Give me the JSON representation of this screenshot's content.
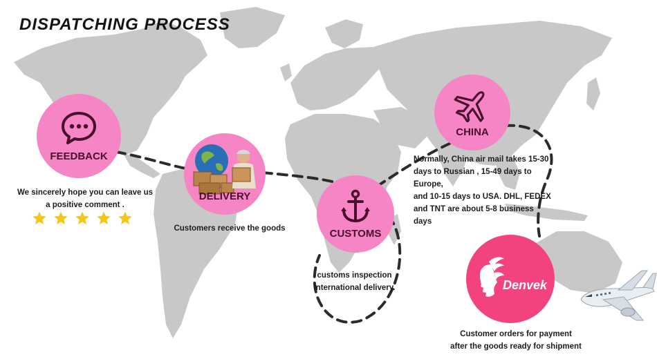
{
  "title": "DISPATCHING  PROCESS",
  "colors": {
    "circle": "#f585c4",
    "brand": "#f2437f",
    "map": "#c8c8c8",
    "text": "#1d1d1d",
    "star": "#f5c518"
  },
  "steps": {
    "feedback": {
      "label": "FEEDBACK",
      "icon": "chat-bubble-icon",
      "text": [
        "We sincerely hope you can leave us",
        "a positive comment ."
      ],
      "rating": 5
    },
    "delivery": {
      "label": "DELIVERY",
      "icon": "delivery-man-globe-image",
      "text": [
        "Customers receive the goods"
      ]
    },
    "customs": {
      "label": "CUSTOMS",
      "icon": "anchor-icon",
      "text": [
        "customs inspection",
        "International delivery."
      ]
    },
    "china": {
      "label": "CHINA",
      "icon": "airplane-icon",
      "text": [
        "Normally, China air mail takes 15-30",
        "days to Russian , 15-49 days to Europe,",
        "and 10-15 days to USA. DHL, FEDEX",
        "and TNT are about 5-8 business days"
      ]
    },
    "denvek": {
      "logo_text": "Denvek",
      "icon": "woman-silhouette-logo",
      "text": [
        "Customer orders for payment",
        "after the goods ready for shipment"
      ]
    }
  }
}
